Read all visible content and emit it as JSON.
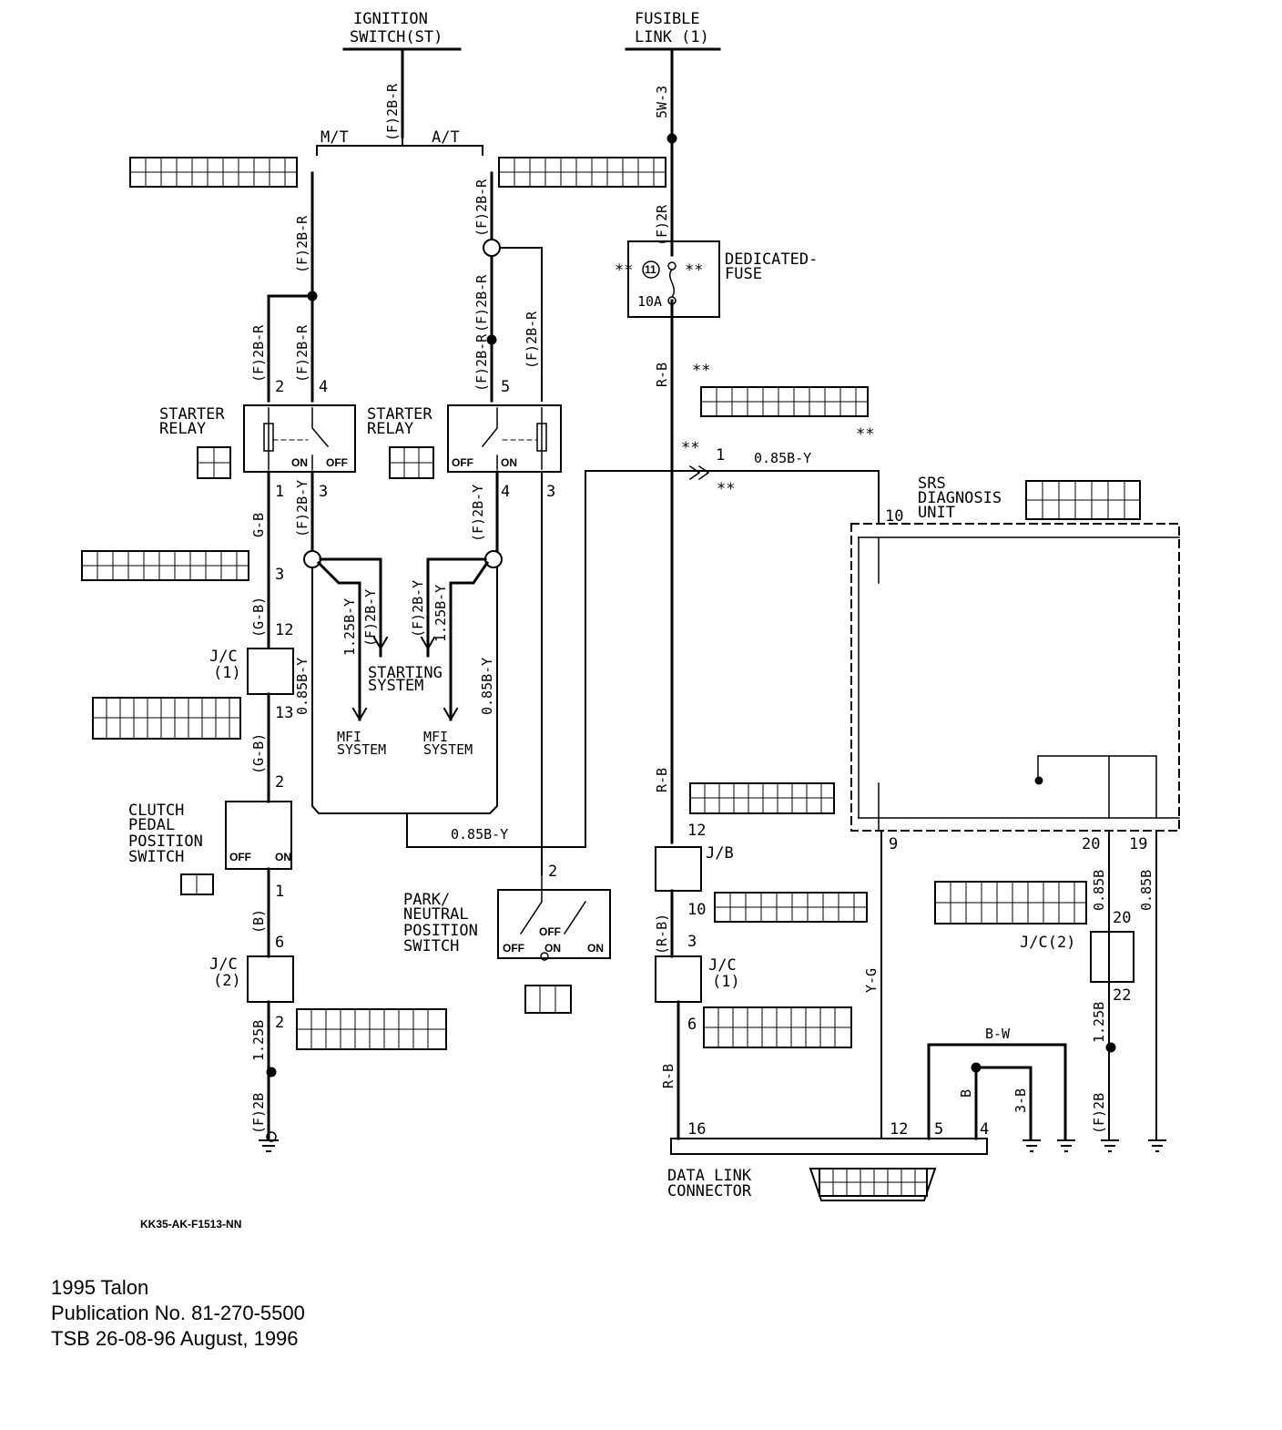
{
  "labels": {
    "ignition_switch": [
      "IGNITION",
      "SWITCH(ST)"
    ],
    "fusible_link": [
      "FUSIBLE",
      "LINK (1)"
    ],
    "mt": "M/T",
    "at": "A/T",
    "dedicated_fuse": [
      "DEDICATED-",
      "FUSE"
    ],
    "fuse_rating": "10A",
    "fuse_no": "11",
    "starter_relay": [
      "STARTER",
      "RELAY"
    ],
    "starting_system": [
      "STARTING",
      "SYSTEM"
    ],
    "mfi_system": [
      "MFI",
      "SYSTEM"
    ],
    "jc1": [
      "J/C",
      "(1)"
    ],
    "jc2": [
      "J/C",
      "(2)"
    ],
    "jb": "J/B",
    "jc2_right": "J/C(2)",
    "clutch_switch": [
      "CLUTCH",
      "PEDAL",
      "POSITION",
      "SWITCH"
    ],
    "park_switch": [
      "PARK/",
      "NEUTRAL",
      "POSITION",
      "SWITCH"
    ],
    "srs_unit": [
      "SRS",
      "DIAGNOSIS",
      "UNIT"
    ],
    "data_link": [
      "DATA LINK",
      "CONNECTOR"
    ],
    "on": "ON",
    "off": "OFF",
    "stars": "**"
  },
  "wires": {
    "f2br": "(F)2B-R",
    "sw3": "5W-3",
    "kf2r": "(F)2R",
    "rb": "R-B",
    "rb_paren": "(R-B)",
    "gb": "G-B",
    "gb_paren": "(G-B)",
    "f2by": "(F)2B-Y",
    "f125by": "1.25B-Y",
    "y085b": "0.85B-Y",
    "b_paren": "(B)",
    "b125": "1.25B",
    "f2b": "(F)2B",
    "yg": "Y-G",
    "b085": "0.85B",
    "bw": "B-W",
    "b": "B",
    "b3": "3-B"
  },
  "pins": [
    "1",
    "2",
    "3",
    "4",
    "5",
    "6",
    "9",
    "10",
    "12",
    "13",
    "16",
    "19",
    "20",
    "22"
  ],
  "drawing_code": "KK35-AK-F1513-NN",
  "footer": {
    "model": "1995 Talon",
    "publication": "Publication No. 81-270-5500",
    "tsb": "TSB 26-08-96   August, 1996"
  }
}
